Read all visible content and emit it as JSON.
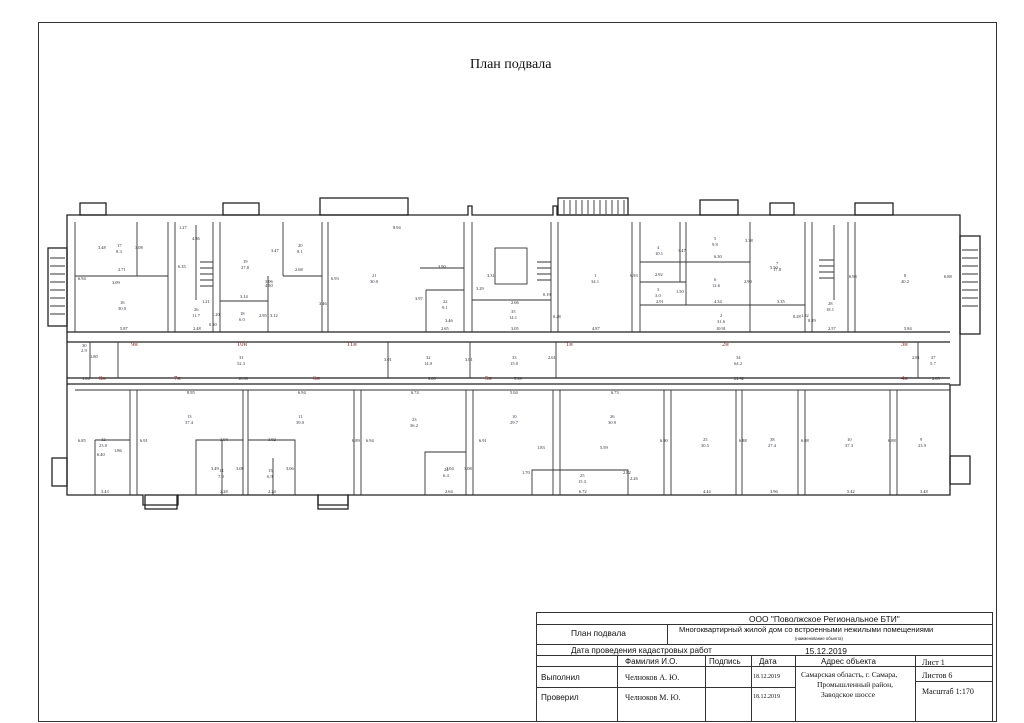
{
  "title": "План подвала",
  "stamp": {
    "org": "ООО \"Поволжское Региональное БТИ\"",
    "sheet_name": "План подвала",
    "object": "Многоквартирный жилой дом со встроенными нежилыми помещениями",
    "object_note": "(наименование объекта)",
    "date_label": "Дата проведения кадастровых работ",
    "date_value": "15.12.2019",
    "col_name": "Фамилия И.О.",
    "col_sign": "Подпись",
    "col_date": "Дата",
    "col_address": "Адрес объекта",
    "sheet_no": "Лист 1",
    "sheets_total": "Листов 6",
    "row1_role": "Выполнил",
    "row1_name": "Челноков А. Ю.",
    "row1_date": "18.12.2019",
    "row2_role": "Проверил",
    "row2_name": "Челноков М. Ю.",
    "row2_date": "18.12.2019",
    "address_line1": "Самарская область, г. Самара,",
    "address_line2": "Промышленный район,",
    "address_line3": "Заводское шоссе",
    "scale": "Масштаб 1:170"
  },
  "axes": [
    "9н",
    "10н",
    "11н",
    "1н",
    "2н",
    "3н",
    "8н",
    "7н",
    "6н",
    "5н",
    "4н"
  ],
  "rooms": [
    {
      "no": "17",
      "area": "8.3"
    },
    {
      "no": "16",
      "area": "30.0"
    },
    {
      "no": "26",
      "area": "11.7"
    },
    {
      "no": "19",
      "area": "27.8"
    },
    {
      "no": "20",
      "area": "8.1"
    },
    {
      "no": "18",
      "area": "6.0"
    },
    {
      "no": "21",
      "area": "30.0"
    },
    {
      "no": "22",
      "area": "9.1"
    },
    {
      "no": "35",
      "area": "14.1"
    },
    {
      "no": "1",
      "area": "34.1"
    },
    {
      "no": "4",
      "area": "10.1"
    },
    {
      "no": "5",
      "area": "9.8"
    },
    {
      "no": "3",
      "area": "3.0"
    },
    {
      "no": "6",
      "area": "12.6"
    },
    {
      "no": "7",
      "area": "17.8"
    },
    {
      "no": "2",
      "area": "31.6"
    },
    {
      "no": "28",
      "area": "18.1"
    },
    {
      "no": "8",
      "area": "40.2"
    },
    {
      "no": "30",
      "area": "2.9"
    },
    {
      "no": "31",
      "area": "52.3"
    },
    {
      "no": "32",
      "area": "14.0"
    },
    {
      "no": "33",
      "area": "15.0"
    },
    {
      "no": "34",
      "area": "64.2"
    },
    {
      "no": "27",
      "area": "5.7"
    },
    {
      "no": "12",
      "area": "23.0"
    },
    {
      "no": "13",
      "area": "37.4"
    },
    {
      "no": "11",
      "area": "39.0"
    },
    {
      "no": "14",
      "area": "7.9"
    },
    {
      "no": "15",
      "area": "6.9"
    },
    {
      "no": "23",
      "area": "36.2"
    },
    {
      "no": "24",
      "area": "6.4"
    },
    {
      "no": "10",
      "area": "29.7"
    },
    {
      "no": "26",
      "area": "30.9"
    },
    {
      "no": "25",
      "area": "15.3"
    },
    {
      "no": "25",
      "area": "30.5"
    },
    {
      "no": "38",
      "area": "27.4"
    },
    {
      "no": "10",
      "area": "37.3"
    },
    {
      "no": "9",
      "area": "23.9"
    }
  ],
  "dims": [
    "3.48",
    "3.08",
    "2.71",
    "6.94",
    "5.87",
    "3.09",
    "1.27",
    "4.86",
    "6.35",
    "1.21",
    "2.48",
    "0.50",
    "1.20",
    "3.47",
    "3.06",
    "4.50",
    "3.14",
    "2.68",
    "2.95",
    "3.12",
    "3.46",
    "8.94",
    "6.93",
    "3.90",
    "3.97",
    "3.46",
    "2.65",
    "3.31",
    "3.29",
    "2.66",
    "3.05",
    "0.19",
    "0.28",
    "6.93",
    "4.87",
    "3.47",
    "2.92",
    "6.30",
    "3.38",
    "1.50",
    "2.91",
    "4.34",
    "2.90",
    "5.50",
    "3.35",
    "10.91",
    "1.52",
    "0.29",
    "0.28",
    "2.57",
    "6.93",
    "5.84",
    "6.88",
    "1.80",
    "1.04",
    "18.08",
    "3.01",
    "3.00",
    "3.01",
    "5.39",
    "2.61",
    "22.92",
    "2.05",
    "2.81",
    "8.95",
    "6.94",
    "6.74",
    "6.73",
    "5.04",
    "6.85",
    "6.91",
    "6.89",
    "6.94",
    "6.91",
    "6.90",
    "6.88",
    "6.88",
    "6.88",
    "1.86",
    "6.40",
    "3.43",
    "3.04",
    "3.02",
    "3.49",
    "3.08",
    "3.06",
    "3.04",
    "3.08",
    "2.28",
    "2.24",
    "2.64",
    "5.59",
    "1.83",
    "1.70",
    "2.82",
    "2.26",
    "6.72",
    "4.44",
    "3.96",
    "5.42",
    "3.48"
  ]
}
